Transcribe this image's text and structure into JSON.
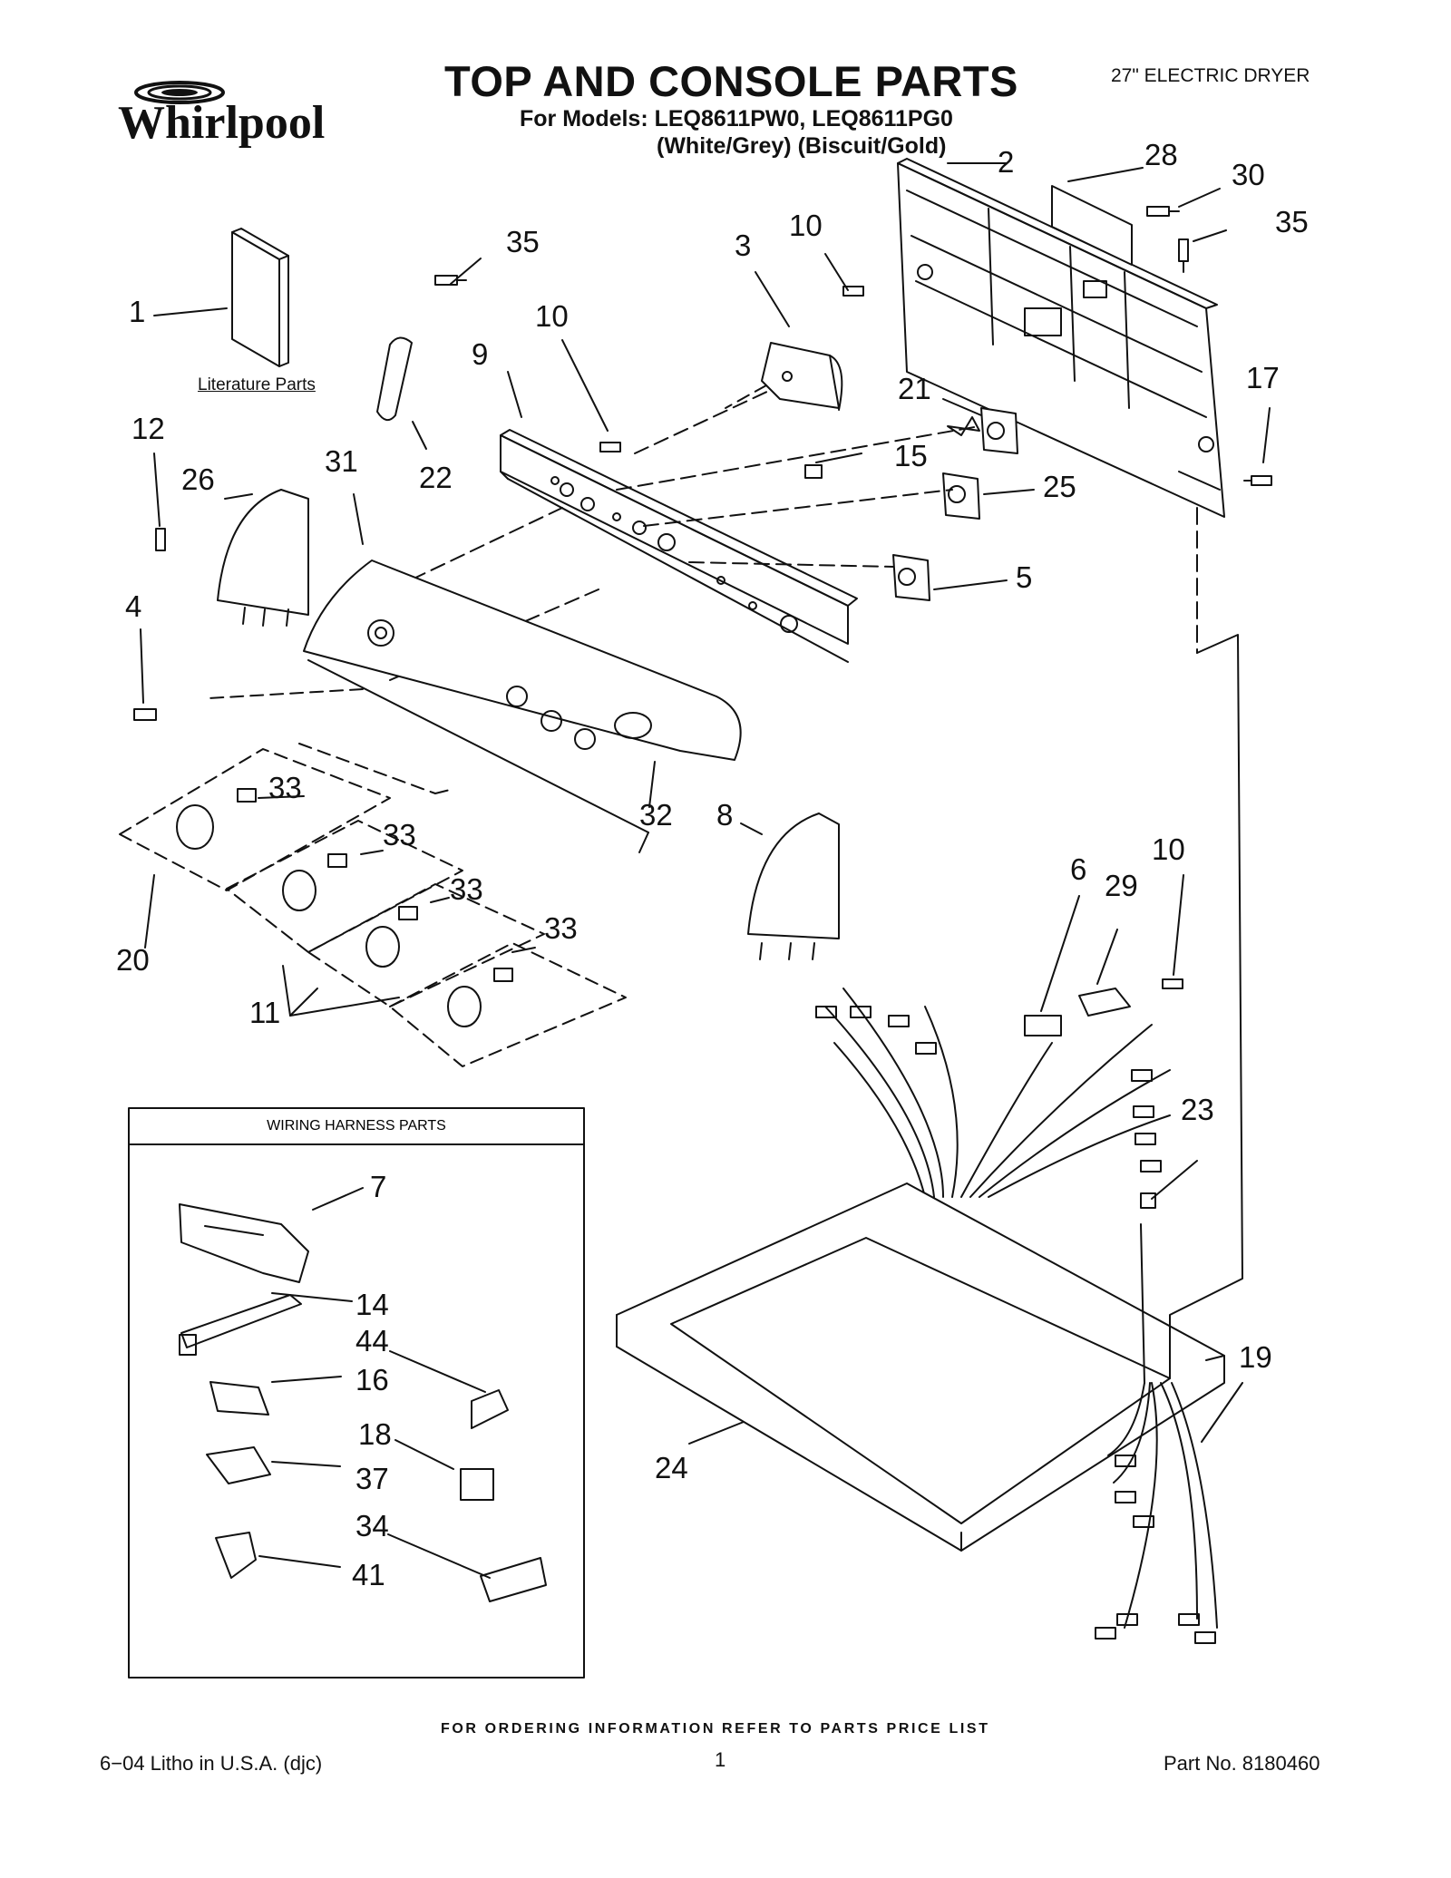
{
  "header": {
    "brand": "Whirlpool",
    "title": "TOP AND CONSOLE PARTS",
    "models_line": "For Models: LEQ8611PW0, LEQ8611PG0",
    "colors_line": "(White/Grey)  (Biscuit/Gold)",
    "product": "27\" ELECTRIC DRYER"
  },
  "literature_label": "Literature Parts",
  "harness_box_title": "WIRING HARNESS PARTS",
  "callouts": {
    "c1": "1",
    "c2": "2",
    "c3": "3",
    "c4": "4",
    "c5": "5",
    "c6": "6",
    "c7": "7",
    "c8": "8",
    "c9": "9",
    "c10a": "10",
    "c10b": "10",
    "c10c": "10",
    "c11": "11",
    "c12": "12",
    "c14": "14",
    "c15": "15",
    "c16": "16",
    "c17": "17",
    "c18": "18",
    "c19": "19",
    "c20": "20",
    "c21": "21",
    "c22": "22",
    "c23": "23",
    "c24": "24",
    "c25": "25",
    "c26": "26",
    "c28": "28",
    "c29": "29",
    "c30": "30",
    "c31": "31",
    "c32": "32",
    "c33a": "33",
    "c33b": "33",
    "c33c": "33",
    "c33d": "33",
    "c34": "34",
    "c35a": "35",
    "c35b": "35",
    "c37": "37",
    "c41": "41",
    "c44": "44"
  },
  "footer": {
    "order_note": "FOR ORDERING INFORMATION REFER TO PARTS PRICE LIST",
    "litho": "6−04 Litho in U.S.A. (djc)",
    "page": "1",
    "part_no": "Part No. 8180460"
  }
}
